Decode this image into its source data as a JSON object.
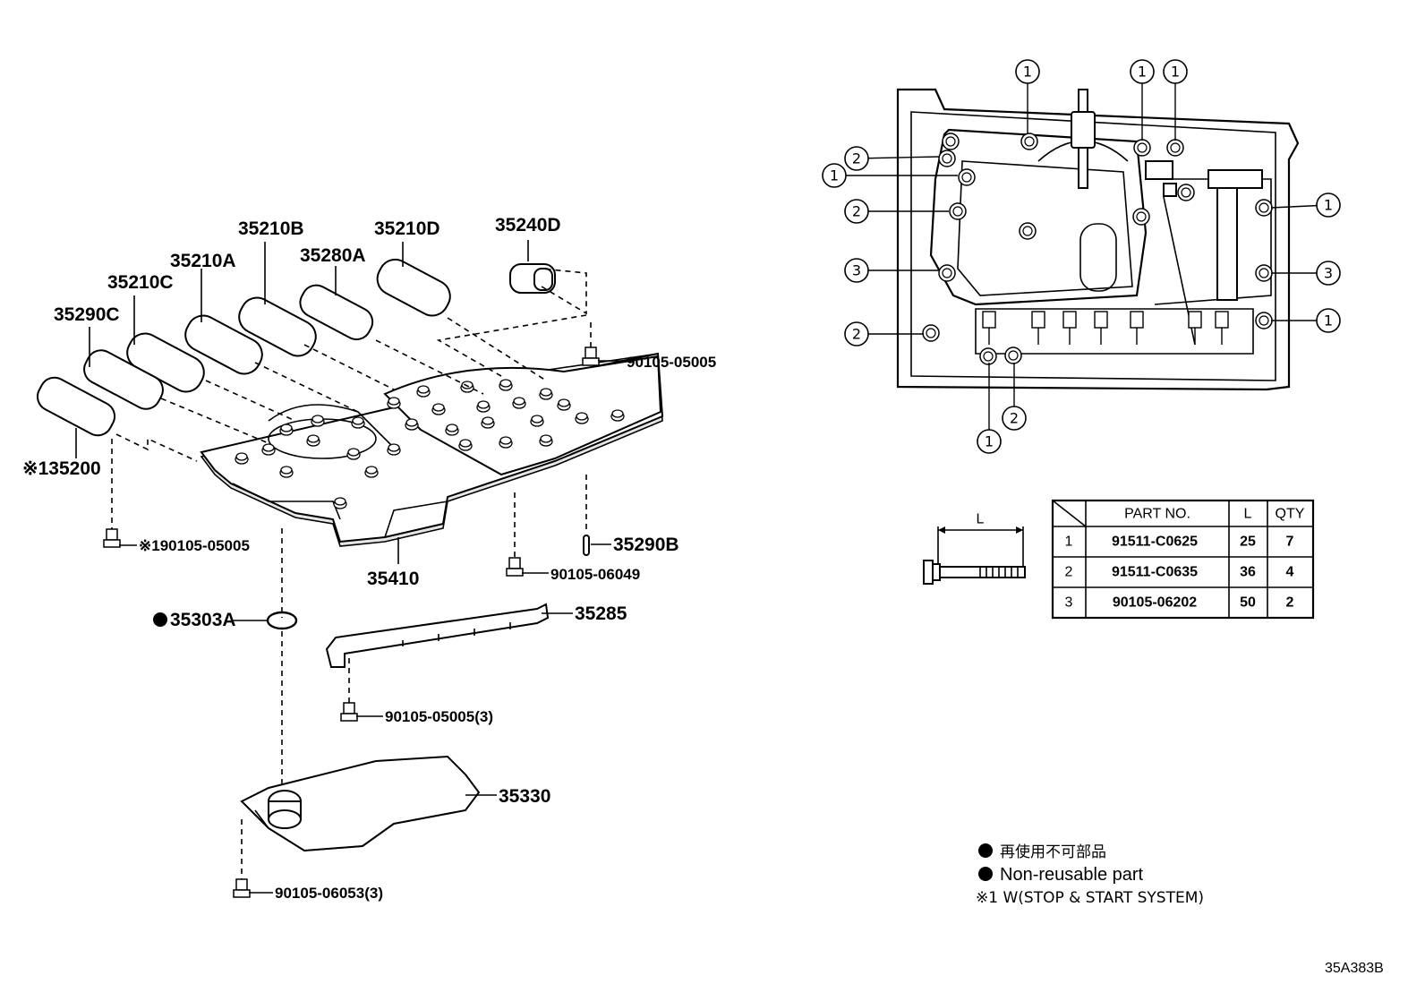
{
  "diagram_code": "35A383B",
  "parts": {
    "p35240D": "35240D",
    "p35210D": "35210D",
    "p35280A": "35280A",
    "p35210B": "35210B",
    "p35210A": "35210A",
    "p35210C": "35210C",
    "p35290C": "35290C",
    "p35200": "※135200",
    "b90105_05005_top": "90105-05005",
    "b90105_05005_w": "※190105-05005",
    "p35410": "35410",
    "b90105_06049": "90105-06049",
    "p35290B": "35290B",
    "p35303A": "35303A",
    "p35285": "35285",
    "b90105_05005_3": "90105-05005(3)",
    "p35330": "35330",
    "b90105_06053_3": "90105-06053(3)"
  },
  "bolt_callouts": {
    "c1": "1",
    "c2": "2",
    "c3": "3"
  },
  "bolt_figure": {
    "length_label": "L"
  },
  "bolt_table": {
    "headers": [
      "PART NO.",
      "L",
      "QTY"
    ],
    "rows": [
      [
        "1",
        "91511-C0625",
        "25",
        "7"
      ],
      [
        "2",
        "91511-C0635",
        "36",
        "4"
      ],
      [
        "3",
        "90105-06202",
        "50",
        "2"
      ]
    ]
  },
  "legend": {
    "jp": "再使用不可部品",
    "en": "Non-reusable part",
    "note": "※1 W(STOP & START SYSTEM)"
  },
  "colors": {
    "line": "#000000",
    "background": "#ffffff",
    "shading": "#e6e6e6"
  }
}
